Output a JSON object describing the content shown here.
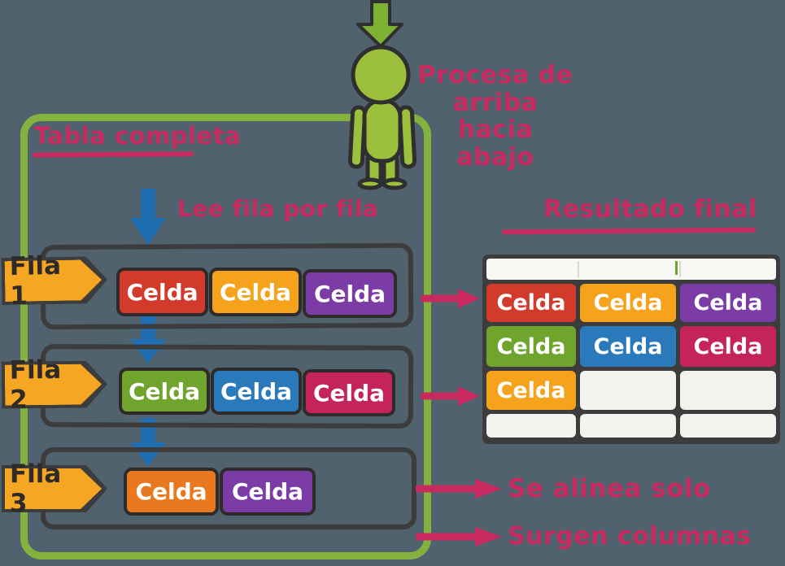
{
  "palette": {
    "background": "#4F626D",
    "frame_green": "#84B23E",
    "person_green": "#9CC03C",
    "pink": "#C8295F",
    "blue_arrow": "#1F6EB2",
    "charcoal": "#3C3C3C",
    "tag_orange": "#F5A623",
    "cell_red": "#D23B2B",
    "cell_orange": "#F5A31C",
    "cell_purple": "#7B3DA5",
    "cell_green": "#6FA42D",
    "cell_blue": "#2979BB",
    "cell_crimson": "#C42459",
    "cell_deep_orange": "#E8791F",
    "cell_empty_white": "#F2F2EF"
  },
  "icons": {
    "top_arrow": "green-down-arrow",
    "person": "person-figure",
    "row_arrow": "blue-down-arrow",
    "pointer": "pink-right-arrow"
  },
  "top": {
    "process_note": "Procesa de\narriba hacia\nabajo"
  },
  "left_panel": {
    "title": "Tabla completa",
    "read_note": "Lee fila por fila",
    "rows": [
      {
        "label": "Fila 1",
        "cells": [
          {
            "label": "Celda",
            "color": "#D23B2B"
          },
          {
            "label": "Celda",
            "color": "#F5A31C"
          },
          {
            "label": "Celda",
            "color": "#7B3DA5"
          }
        ]
      },
      {
        "label": "Fila 2",
        "cells": [
          {
            "label": "Celda",
            "color": "#6FA42D"
          },
          {
            "label": "Celda",
            "color": "#2979BB"
          },
          {
            "label": "Celda",
            "color": "#C42459"
          }
        ]
      },
      {
        "label": "Fila 3",
        "cells": [
          {
            "label": "Celda",
            "color": "#E8791F"
          },
          {
            "label": "Celda",
            "color": "#7B3DA5"
          }
        ]
      }
    ]
  },
  "result_panel": {
    "title": "Resultado final",
    "rows": [
      [
        {
          "label": "Celda",
          "color": "#D23B2B"
        },
        {
          "label": "Celda",
          "color": "#F5A31C"
        },
        {
          "label": "Celda",
          "color": "#7B3DA5"
        }
      ],
      [
        {
          "label": "Celda",
          "color": "#6FA42D"
        },
        {
          "label": "Celda",
          "color": "#2979BB"
        },
        {
          "label": "Celda",
          "color": "#C42459"
        }
      ],
      [
        {
          "label": "Celda",
          "color": "#F5A31C"
        },
        {
          "label": "",
          "color": "#F2F2EF"
        },
        {
          "label": "",
          "color": "#F2F2EF"
        }
      ],
      [
        {
          "label": "",
          "color": "#F2F2EF"
        },
        {
          "label": "",
          "color": "#F2F2EF"
        },
        {
          "label": "",
          "color": "#F2F2EF"
        }
      ]
    ]
  },
  "annotations": {
    "align_note": "Se alinea solo",
    "columns_note": "Surgen columnas"
  }
}
